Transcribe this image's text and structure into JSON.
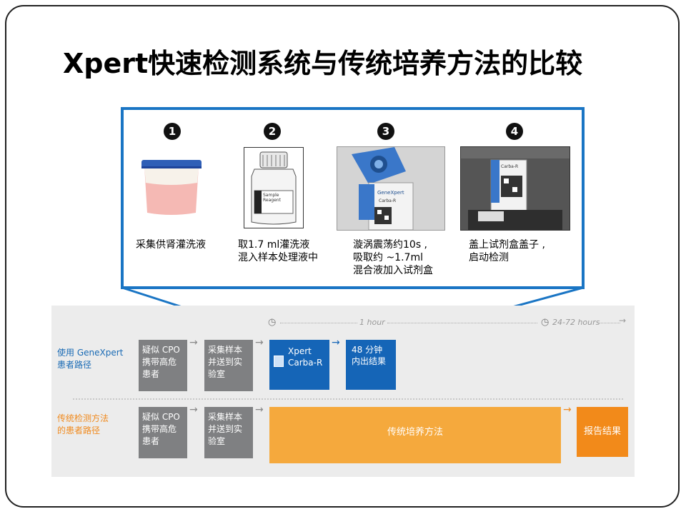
{
  "title": "Xpert快速检测系统与传统培养方法的比较",
  "steps": [
    {
      "num": "1",
      "label": "采集供肾灌洗液"
    },
    {
      "num": "2",
      "label": "取1.7 ml灌洗液\n混入样本处理液中",
      "tube_label": "Sample Reagent"
    },
    {
      "num": "3",
      "label": "漩涡震荡约10s ,\n吸取约 ~1.7ml\n混合液加入试剂盒",
      "cart_brand": "GeneXpert",
      "cart_label": "Carba-R"
    },
    {
      "num": "4",
      "label": "盖上试剂盒盖子 ,\n启动检测",
      "cart_label": "Carba-R"
    }
  ],
  "timeline": {
    "t1": "1 hour",
    "t2": "24-72 hours"
  },
  "lane1": {
    "label": "使用 GeneXpert\n患者路径",
    "box1": "疑似 CPO\n携带高危\n患者",
    "box2": "采集样本\n并送到实\n验室",
    "box3": "Xpert\nCarba-R",
    "box4": "48 分钟\n内出结果"
  },
  "lane2": {
    "label": "传统检测方法\n的患者路径",
    "box1": "疑似 CPO\n携带高危\n患者",
    "box2": "采集样本\n并送到实\n验室",
    "culture": "传统培养方法",
    "report": "报告结果"
  },
  "colors": {
    "blue": "#1565b7",
    "orange": "#f5a93d",
    "gray": "#7f8082",
    "frame_blue": "#1a75c4"
  }
}
